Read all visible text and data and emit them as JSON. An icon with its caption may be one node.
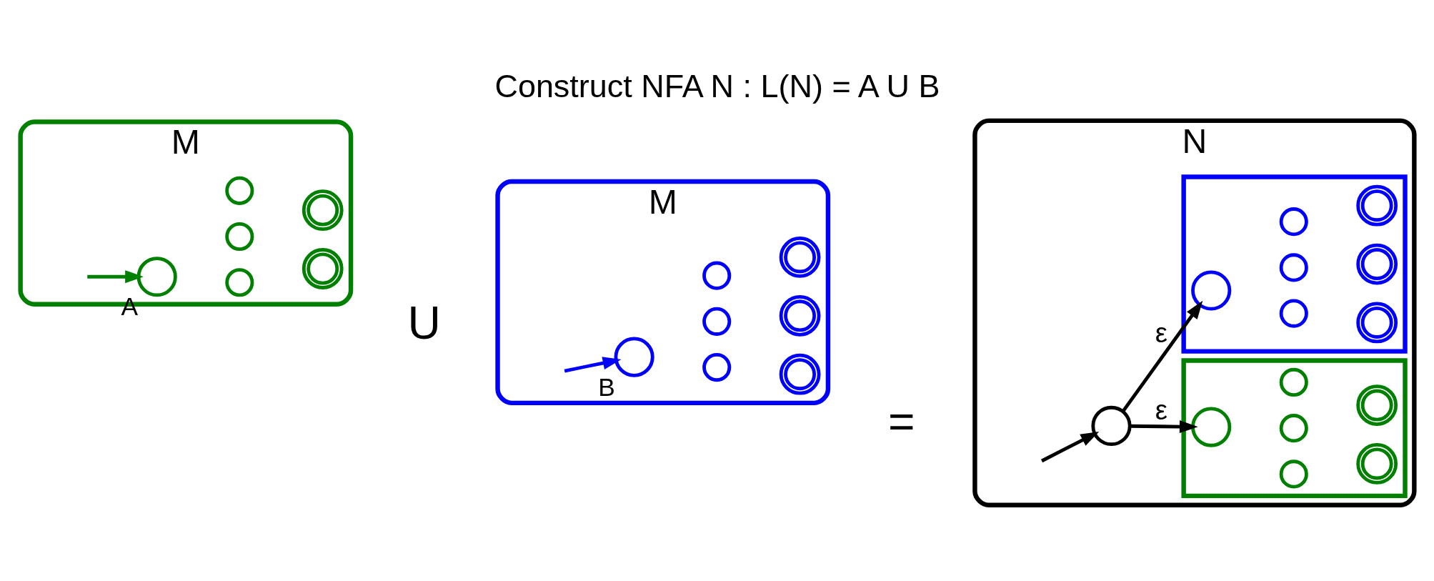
{
  "diagram": {
    "title": "Construct NFA N : L(N) = A U B",
    "nodes": [
      {
        "text": [
          "M"
        ]
      },
      {
        "text": [],
        "shape": "circle",
        "in": 0,
        "beside": [
          "A"
        ]
      },
      {
        "text": [],
        "shape": "doublecircle",
        "in": 0
      },
      {
        "text": [],
        "shape": "doublecircle",
        "in": 0
      },
      {
        "text": [],
        "shape": "circle",
        "in": 0
      },
      {
        "text": [],
        "shape": "circle",
        "in": 0
      },
      {
        "text": [],
        "shape": "circle",
        "in": 0
      },
      {
        "text": [
          "M"
        ]
      },
      {
        "text": [],
        "shape": "circle",
        "in": 7,
        "beside": [
          "B"
        ]
      },
      {
        "text": [],
        "shape": "doublecircle",
        "in": 7
      },
      {
        "text": [],
        "shape": "doublecircle",
        "in": 7
      },
      {
        "text": [],
        "shape": "doublecircle",
        "in": 7
      },
      {
        "text": [],
        "shape": "circle",
        "in": 7
      },
      {
        "text": [],
        "shape": "circle",
        "in": 7
      },
      {
        "text": [],
        "shape": "circle",
        "in": 7
      },
      {
        "text": [
          "N"
        ]
      },
      {
        "text": [],
        "shape": "circle",
        "in": 15
      },
      {
        "text": [],
        "shape": "box",
        "in": 15
      },
      {
        "text": [],
        "shape": "circle",
        "in": 17
      },
      {
        "text": [],
        "shape": "doublecircle",
        "in": 17
      },
      {
        "text": [],
        "shape": "doublecircle",
        "in": 17
      },
      {
        "text": [],
        "shape": "circle",
        "in": 17
      },
      {
        "text": [],
        "shape": "circle",
        "in": 17
      },
      {
        "text": [],
        "shape": "circle",
        "in": 17
      },
      {
        "text": [],
        "shape": "box",
        "in": 15
      },
      {
        "text": [],
        "shape": "circle",
        "in": 24
      },
      {
        "text": [],
        "shape": "doublecircle",
        "in": 24
      },
      {
        "text": [],
        "shape": "doublecircle",
        "in": 24
      },
      {
        "text": [],
        "shape": "doublecircle",
        "in": 24
      },
      {
        "text": [],
        "shape": "circle",
        "in": 24
      },
      {
        "text": [],
        "shape": "circle",
        "in": 24
      },
      {
        "text": [],
        "shape": "circle",
        "in": 24
      }
    ],
    "edges": [
      {
        "from": null,
        "to": 1,
        "arrow": "to",
        "color": "#008000"
      },
      {
        "from": null,
        "to": 8,
        "arrow": "to",
        "color": "#0000ff"
      },
      {
        "from": null,
        "to": 16,
        "arrow": "to"
      },
      {
        "from": 16,
        "to": 18,
        "arrow": "to",
        "label": "ε"
      },
      {
        "from": 16,
        "to": 25,
        "arrow": "to",
        "label": "ε"
      }
    ],
    "labels": [
      "U",
      "="
    ]
  }
}
